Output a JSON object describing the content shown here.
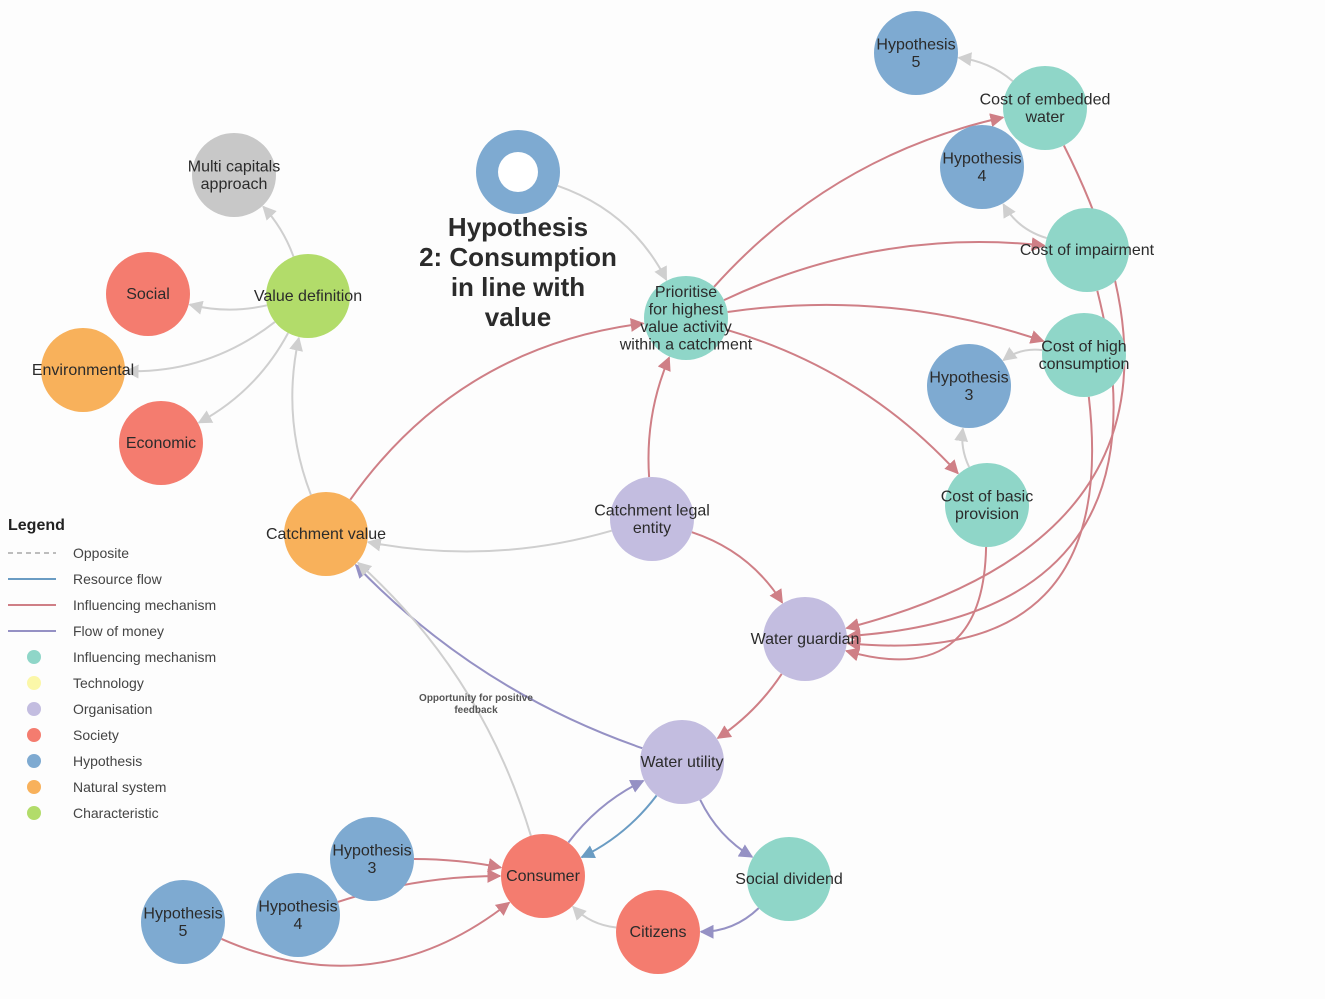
{
  "colors": {
    "influencing_mechanism": "#8fd6c8",
    "technology": "#fbf7a8",
    "organisation": "#c3bde0",
    "society": "#f47c6f",
    "hypothesis": "#7eaad1",
    "natural_system": "#f8b15b",
    "characteristic": "#b2dc6a",
    "neutral": "#c8c8c8",
    "edge_influence": "#cf7f86",
    "edge_money": "#9591c4",
    "edge_resource": "#6a9cc3",
    "edge_opposite": "#bdbdbd",
    "edge_plain": "#cfcfcf"
  },
  "title": {
    "lines": [
      "Hypothesis",
      "2: Consumption",
      "in line with",
      "value"
    ]
  },
  "note": {
    "lines": [
      "Opportunity for positive",
      "feedback"
    ]
  },
  "nodes": [
    {
      "id": "hyp2_ring",
      "category": "hypothesis",
      "lines": [],
      "ring": true
    },
    {
      "id": "multi_capitals",
      "category": "neutral",
      "lines": [
        "Multi capitals",
        "approach"
      ]
    },
    {
      "id": "value_definition",
      "category": "characteristic",
      "lines": [
        "Value definition"
      ]
    },
    {
      "id": "social",
      "category": "society",
      "lines": [
        "Social"
      ]
    },
    {
      "id": "environmental",
      "category": "natural_system",
      "lines": [
        "Environmental"
      ]
    },
    {
      "id": "economic",
      "category": "society",
      "lines": [
        "Economic"
      ]
    },
    {
      "id": "catchment_value",
      "category": "natural_system",
      "lines": [
        "Catchment value"
      ]
    },
    {
      "id": "prioritise",
      "category": "influencing_mechanism",
      "lines": [
        "Prioritise",
        "for highest",
        "value activity",
        "within a catchment"
      ]
    },
    {
      "id": "catchment_legal",
      "category": "organisation",
      "lines": [
        "Catchment legal",
        "entity"
      ]
    },
    {
      "id": "water_guardian",
      "category": "organisation",
      "lines": [
        "Water guardian"
      ]
    },
    {
      "id": "water_utility",
      "category": "organisation",
      "lines": [
        "Water utility"
      ]
    },
    {
      "id": "consumer",
      "category": "society",
      "lines": [
        "Consumer"
      ]
    },
    {
      "id": "citizens",
      "category": "society",
      "lines": [
        "Citizens"
      ]
    },
    {
      "id": "social_dividend",
      "category": "influencing_mechanism",
      "lines": [
        "Social dividend"
      ]
    },
    {
      "id": "hyp5_top",
      "category": "hypothesis",
      "lines": [
        "Hypothesis",
        "5"
      ]
    },
    {
      "id": "cost_embedded",
      "category": "influencing_mechanism",
      "lines": [
        "Cost of embedded",
        "water"
      ]
    },
    {
      "id": "hyp4_top",
      "category": "hypothesis",
      "lines": [
        "Hypothesis",
        "4"
      ]
    },
    {
      "id": "cost_impairment",
      "category": "influencing_mechanism",
      "lines": [
        "Cost of impairment"
      ]
    },
    {
      "id": "cost_high",
      "category": "influencing_mechanism",
      "lines": [
        "Cost of high",
        "consumption"
      ]
    },
    {
      "id": "hyp3_mid",
      "category": "hypothesis",
      "lines": [
        "Hypothesis",
        "3"
      ]
    },
    {
      "id": "cost_basic",
      "category": "influencing_mechanism",
      "lines": [
        "Cost of basic",
        "provision"
      ]
    },
    {
      "id": "hyp3_bottom",
      "category": "hypothesis",
      "lines": [
        "Hypothesis",
        "3"
      ]
    },
    {
      "id": "hyp4_bottom",
      "category": "hypothesis",
      "lines": [
        "Hypothesis",
        "4"
      ]
    },
    {
      "id": "hyp5_bottom",
      "category": "hypothesis",
      "lines": [
        "Hypothesis",
        "5"
      ]
    }
  ],
  "edges": [
    {
      "from": "hyp2_ring",
      "to": "prioritise",
      "type": "plain"
    },
    {
      "from": "value_definition",
      "to": "multi_capitals",
      "type": "plain"
    },
    {
      "from": "value_definition",
      "to": "social",
      "type": "plain"
    },
    {
      "from": "value_definition",
      "to": "environmental",
      "type": "plain"
    },
    {
      "from": "value_definition",
      "to": "economic",
      "type": "plain"
    },
    {
      "from": "catchment_value",
      "to": "value_definition",
      "type": "plain"
    },
    {
      "from": "catchment_value",
      "to": "prioritise",
      "type": "influence"
    },
    {
      "from": "catchment_legal",
      "to": "catchment_value",
      "type": "plain"
    },
    {
      "from": "catchment_legal",
      "to": "prioritise",
      "type": "influence"
    },
    {
      "from": "catchment_legal",
      "to": "water_guardian",
      "type": "influence"
    },
    {
      "from": "prioritise",
      "to": "cost_embedded",
      "type": "influence"
    },
    {
      "from": "prioritise",
      "to": "cost_impairment",
      "type": "influence"
    },
    {
      "from": "prioritise",
      "to": "cost_high",
      "type": "influence"
    },
    {
      "from": "prioritise",
      "to": "cost_basic",
      "type": "influence"
    },
    {
      "from": "cost_embedded",
      "to": "hyp5_top",
      "type": "plain"
    },
    {
      "from": "cost_impairment",
      "to": "hyp4_top",
      "type": "plain"
    },
    {
      "from": "cost_high",
      "to": "hyp3_mid",
      "type": "plain"
    },
    {
      "from": "cost_basic",
      "to": "hyp3_mid",
      "type": "plain"
    },
    {
      "from": "cost_embedded",
      "to": "water_guardian",
      "type": "influence"
    },
    {
      "from": "cost_impairment",
      "to": "water_guardian",
      "type": "influence"
    },
    {
      "from": "cost_high",
      "to": "water_guardian",
      "type": "influence"
    },
    {
      "from": "cost_basic",
      "to": "water_guardian",
      "type": "influence"
    },
    {
      "from": "water_guardian",
      "to": "water_utility",
      "type": "influence"
    },
    {
      "from": "water_utility",
      "to": "catchment_value",
      "type": "money"
    },
    {
      "from": "consumer",
      "to": "catchment_value",
      "type": "plain"
    },
    {
      "from": "consumer",
      "to": "water_utility",
      "type": "money"
    },
    {
      "from": "water_utility",
      "to": "consumer",
      "type": "resource"
    },
    {
      "from": "water_utility",
      "to": "social_dividend",
      "type": "money"
    },
    {
      "from": "social_dividend",
      "to": "citizens",
      "type": "money"
    },
    {
      "from": "citizens",
      "to": "consumer",
      "type": "plain"
    },
    {
      "from": "hyp3_bottom",
      "to": "consumer",
      "type": "influence"
    },
    {
      "from": "hyp4_bottom",
      "to": "consumer",
      "type": "influence"
    },
    {
      "from": "hyp5_bottom",
      "to": "consumer",
      "type": "influence"
    }
  ],
  "legend": {
    "title": "Legend",
    "lines": [
      {
        "label": "Opposite",
        "type": "opposite"
      },
      {
        "label": "Resource flow",
        "type": "resource"
      },
      {
        "label": "Influencing mechanism",
        "type": "influence"
      },
      {
        "label": "Flow of money",
        "type": "money"
      }
    ],
    "dots": [
      {
        "label": "Influencing mechanism",
        "category": "influencing_mechanism"
      },
      {
        "label": "Technology",
        "category": "technology"
      },
      {
        "label": "Organisation",
        "category": "organisation"
      },
      {
        "label": "Society",
        "category": "society"
      },
      {
        "label": "Hypothesis",
        "category": "hypothesis"
      },
      {
        "label": "Natural system",
        "category": "natural_system"
      },
      {
        "label": "Characteristic",
        "category": "characteristic"
      }
    ]
  }
}
